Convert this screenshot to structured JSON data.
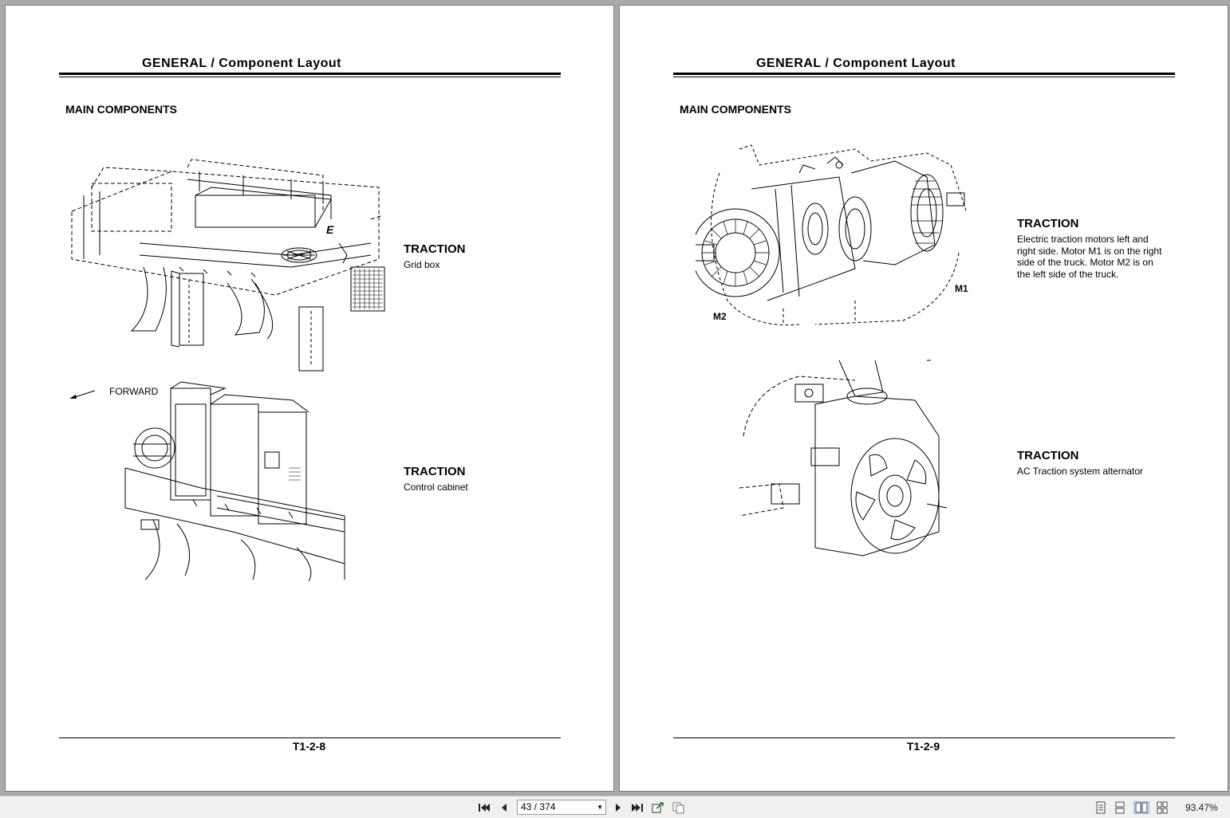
{
  "pages": [
    {
      "header": "GENERAL / Component Layout",
      "section": "MAIN COMPONENTS",
      "items": [
        {
          "title": "TRACTION",
          "text": "Grid box"
        },
        {
          "title": "TRACTION",
          "text": "Control cabinet"
        }
      ],
      "labels": {
        "e": "E",
        "forward": "FORWARD"
      },
      "footer": "T1-2-8"
    },
    {
      "header": "GENERAL / Component Layout",
      "section": "MAIN COMPONENTS",
      "items": [
        {
          "title": "TRACTION",
          "lines": [
            "Electric traction motors left and",
            "right side.  Motor M1 is on the right",
            "side of the truck.  Motor M2 is on",
            "the left side of the truck."
          ]
        },
        {
          "title": "TRACTION",
          "text": "AC Traction system alternator"
        }
      ],
      "labels": {
        "m1": "M1",
        "m2": "M2"
      },
      "footer": "T1-2-9"
    }
  ],
  "toolbar": {
    "page_indicator": "43 / 374",
    "zoom": "93.47%",
    "icons": [
      "first-page-icon",
      "prev-page-icon",
      "next-page-icon",
      "last-page-icon",
      "export-icon",
      "copy-icon",
      "single-page-icon",
      "continuous-icon",
      "two-page-icon",
      "two-page-continuous-icon"
    ]
  }
}
